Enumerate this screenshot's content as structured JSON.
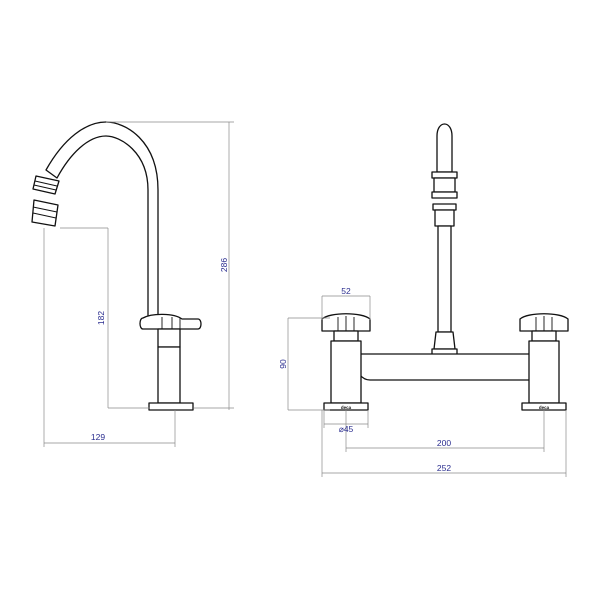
{
  "dimensions": {
    "side_width": "129",
    "side_spout_height": "182",
    "side_total_height": "286",
    "front_handle_width": "52",
    "front_base_height": "90",
    "front_base_diameter": "⌀45",
    "front_center_distance": "200",
    "front_total_width": "252"
  },
  "brand": "deca",
  "colors": {
    "line": "#111111",
    "dimension_line": "#8a8a8a",
    "dimension_text": "#2a2d8f"
  }
}
